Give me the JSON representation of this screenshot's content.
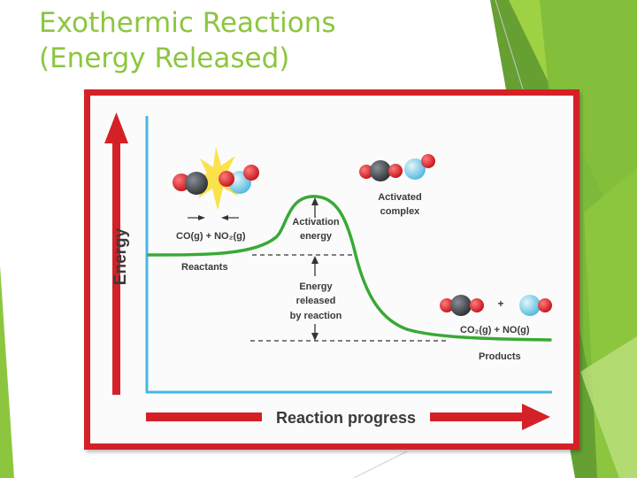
{
  "slide": {
    "title_line1": "Exothermic Reactions",
    "title_line2": "(Energy Released)"
  },
  "diagram": {
    "y_axis_label": "Energy",
    "x_axis_label": "Reaction progress",
    "reactants_equation": "CO(g) + NO₂(g)",
    "reactants_label": "Reactants",
    "activated_complex_label": [
      "Activated",
      "complex"
    ],
    "activation_energy_label": [
      "Activation",
      "energy"
    ],
    "energy_released_label": [
      "Energy",
      "released",
      "by reaction"
    ],
    "products_equation": "CO₂(g) + NO(g)",
    "products_label": "Products",
    "plus_sign": "+"
  },
  "colors": {
    "theme_green": "#8cc63f",
    "frame_red": "#d42127",
    "arrow_red": "#d42127",
    "axis_blue": "#45b7e6",
    "curve_green": "#39a935",
    "carbon": "#3a3a3a",
    "oxygen": "#e8202a",
    "nitrogen": "#7fd0ec",
    "spark_yellow": "#fbe24a"
  },
  "icons": {
    "reactant_molecules": "co-and-no2-molecules-colliding-icon",
    "activated_complex": "activated-complex-molecule-icon",
    "product_co2": "co2-molecule-icon",
    "product_no": "no-molecule-icon"
  }
}
